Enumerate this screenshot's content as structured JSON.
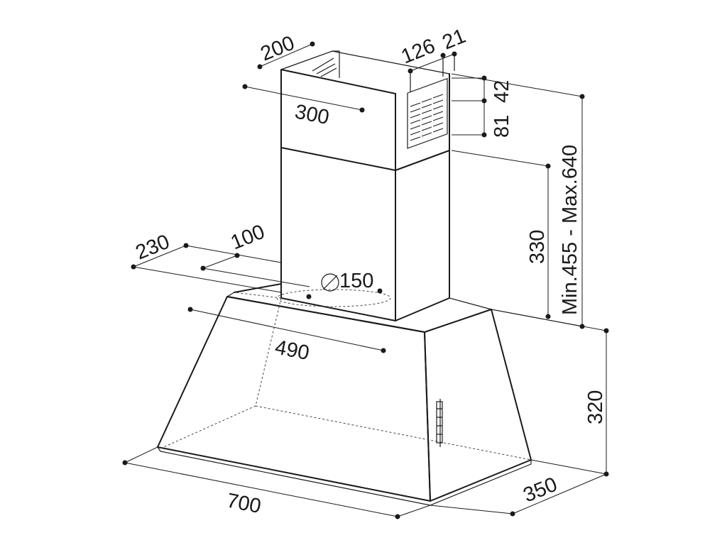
{
  "dimensions": {
    "chimney_depth": "200",
    "chimney_width": "300",
    "vent_offset": "126",
    "vent_margin": "21",
    "vent_top": "42",
    "vent_height": "81",
    "chimney_lower": "330",
    "chimney_range": "Min.455 - Max.640",
    "outlet_offset": "230",
    "outlet_side": "100",
    "outlet_diameter": "150",
    "top_width": "490",
    "hood_height": "320",
    "hood_depth": "350",
    "hood_width": "700"
  }
}
